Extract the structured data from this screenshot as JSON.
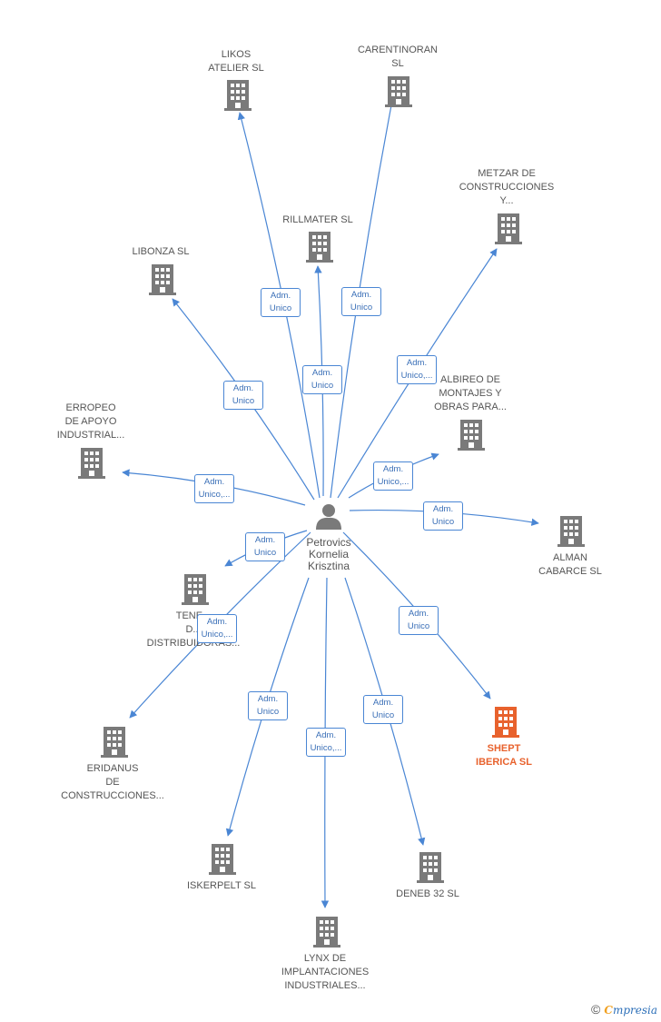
{
  "colors": {
    "edge": "#4a86d4",
    "building": "#7a7a7a",
    "highlight": "#e8622d",
    "person": "#7a7a7a"
  },
  "center": {
    "name": "Petrovics\nKornelia\nKrisztina",
    "icon": "person-icon"
  },
  "nodes": [
    {
      "id": "likos",
      "label": "LIKOS\nATELIER  SL",
      "edge_label": "Adm.\nUnico",
      "icon": "building-icon"
    },
    {
      "id": "carentinoran",
      "label": "CARENTINORAN\nSL",
      "edge_label": "Adm.\nUnico",
      "icon": "building-icon"
    },
    {
      "id": "metzar",
      "label": "METZAR DE\nCONSTRUCCIONES\nY...",
      "edge_label": "Adm.\nUnico,...",
      "icon": "building-icon"
    },
    {
      "id": "rillmater",
      "label": "RILLMATER  SL",
      "edge_label": "Adm.\nUnico",
      "icon": "building-icon"
    },
    {
      "id": "libonza",
      "label": "LIBONZA  SL",
      "edge_label": "Adm.\nUnico",
      "icon": "building-icon"
    },
    {
      "id": "albireo",
      "label": "ALBIREO DE\nMONTAJES Y\nOBRAS PARA...",
      "edge_label": "Adm.\nUnico,...",
      "icon": "building-icon"
    },
    {
      "id": "erropeo",
      "label": "ERROPEO\nDE APOYO\nINDUSTRIAL...",
      "edge_label": "Adm.\nUnico,...",
      "icon": "building-icon"
    },
    {
      "id": "alman",
      "label": "ALMAN\nCABARCE  SL",
      "edge_label": "Adm.\nUnico",
      "icon": "building-icon"
    },
    {
      "id": "tenerife",
      "label": "TENE...\nD...\nDISTRIBUIDORAS...",
      "edge_label": "Adm.\nUnico",
      "icon": "building-icon"
    },
    {
      "id": "eridanus",
      "label": "ERIDANUS\nDE\nCONSTRUCCIONES...",
      "edge_label": "Adm.\nUnico,...",
      "icon": "building-icon"
    },
    {
      "id": "shept",
      "label": "SHEPT\nIBERICA  SL",
      "edge_label": "Adm.\nUnico",
      "icon": "building-icon",
      "highlight": true
    },
    {
      "id": "iskerpelt",
      "label": "ISKERPELT  SL",
      "edge_label": "Adm.\nUnico",
      "icon": "building-icon"
    },
    {
      "id": "deneb",
      "label": "DENEB 32  SL",
      "edge_label": "Adm.\nUnico",
      "icon": "building-icon"
    },
    {
      "id": "lynx",
      "label": "LYNX DE\nIMPLANTACIONES\nINDUSTRIALES...",
      "edge_label": "Adm.\nUnico,...",
      "icon": "building-icon"
    }
  ],
  "footer": {
    "copyright": "©",
    "brand_first": "C",
    "brand_rest": "mpresia"
  }
}
